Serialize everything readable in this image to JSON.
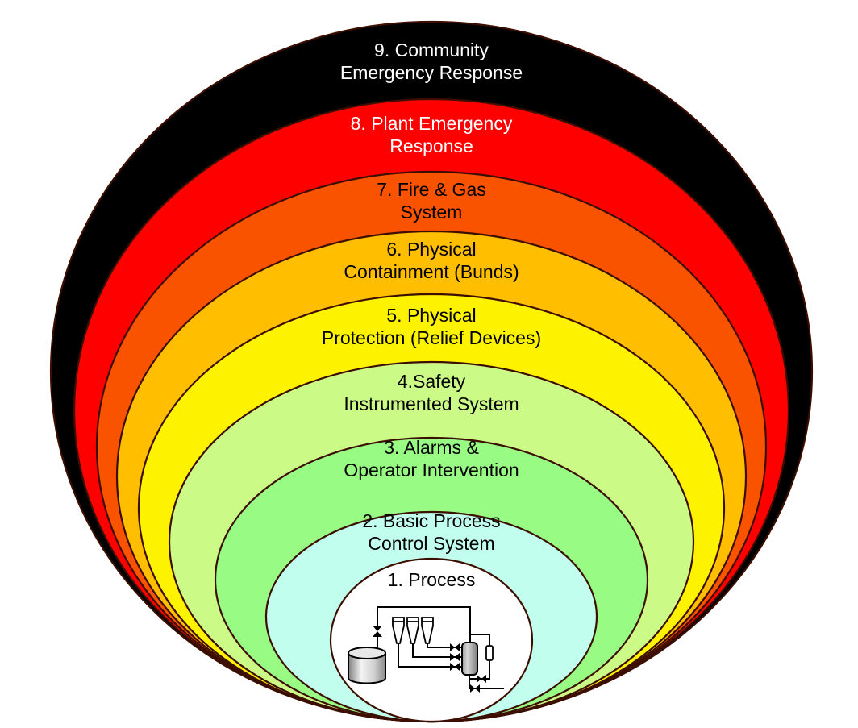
{
  "diagram": {
    "kind": "layers-of-protection-onion",
    "outline_color": "#3C0E00",
    "background_color": "#FFFFFF"
  },
  "layers": [
    {
      "number": 9,
      "line1": "9. Community",
      "line2": "Emergency Response",
      "label": "9. Community Emergency Response",
      "color": "#000000",
      "text_color": "#FFFFFF"
    },
    {
      "number": 8,
      "line1": "8. Plant Emergency",
      "line2": "Response",
      "label": "8. Plant Emergency Response",
      "color": "#FE0000",
      "text_color": "#FFFFFF"
    },
    {
      "number": 7,
      "line1": "7. Fire & Gas",
      "line2": "System",
      "label": "7. Fire & Gas System",
      "color": "#FA5300",
      "text_color": "#000000"
    },
    {
      "number": 6,
      "line1": "6. Physical",
      "line2": "Containment (Bunds)",
      "label": "6. Physical Containment (Bunds)",
      "color": "#FFBE00",
      "text_color": "#000000"
    },
    {
      "number": 5,
      "line1": "5. Physical",
      "line2": "Protection (Relief Devices)",
      "label": "5. Physical Protection (Relief Devices)",
      "color": "#FDF300",
      "text_color": "#000000"
    },
    {
      "number": 4,
      "line1": "4.Safety",
      "line2": "Instrumented System",
      "label": "4.Safety Instrumented System",
      "color": "#CCFA87",
      "text_color": "#000000"
    },
    {
      "number": 3,
      "line1": "3. Alarms &",
      "line2": "Operator Intervention",
      "label": "3. Alarms & Operator Intervention",
      "color": "#98FB83",
      "text_color": "#000000"
    },
    {
      "number": 2,
      "line1": "2. Basic Process",
      "line2": "Control System",
      "label": "2. Basic Process Control System",
      "color": "#C1FEED",
      "text_color": "#000000"
    },
    {
      "number": 1,
      "line1": "1. Process",
      "line2": "",
      "label": "1. Process",
      "color": "#FFFFFF",
      "text_color": "#000000"
    }
  ],
  "schematic": {
    "equipment": [
      {
        "icon": "storage-tank-icon"
      },
      {
        "icon": "cyclone-separator-icon",
        "count": 3
      },
      {
        "icon": "process-vessel-icon"
      },
      {
        "icon": "sight-glass-icon"
      },
      {
        "icon": "valve-icon",
        "count": 6
      }
    ]
  }
}
